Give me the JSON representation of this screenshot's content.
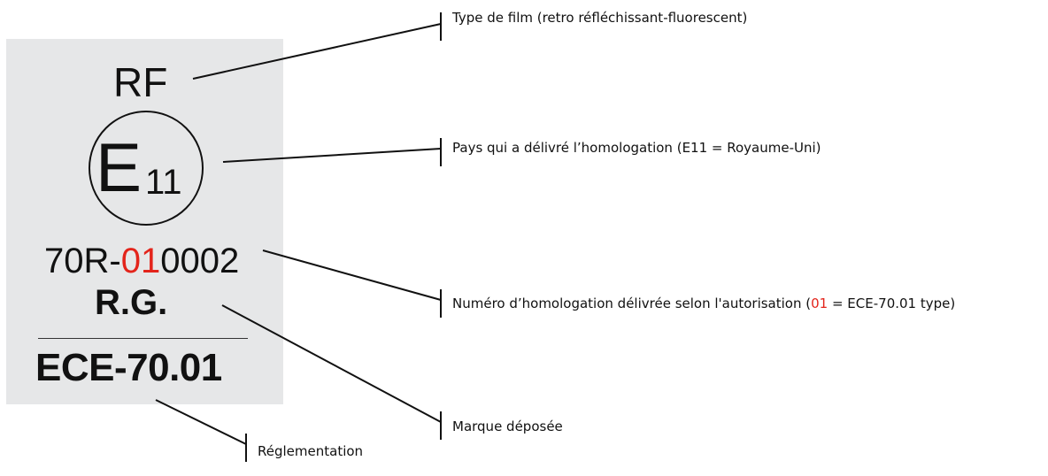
{
  "label": {
    "film_type": "RF",
    "country_letter": "E",
    "country_number": "11",
    "approval_prefix": "70R-",
    "approval_highlight": "01",
    "approval_suffix": "0002",
    "trademark": "R.G.",
    "regulation": "ECE-70.01"
  },
  "annotations": {
    "film_type": "Type de film (retro réfléchissant-fluorescent)",
    "country": "Pays qui a délivré l’homologation (E11 = Royaume-Uni)",
    "approval_before": "Numéro d’homologation délivrée selon l'autorisation (",
    "approval_highlight": "01",
    "approval_after": " = ECE-70.01 type)",
    "trademark": "Marque déposée",
    "regulation": "Réglementation"
  },
  "colors": {
    "panel": "#e6e7e8",
    "highlight": "#e3241b",
    "text": "#111111"
  }
}
